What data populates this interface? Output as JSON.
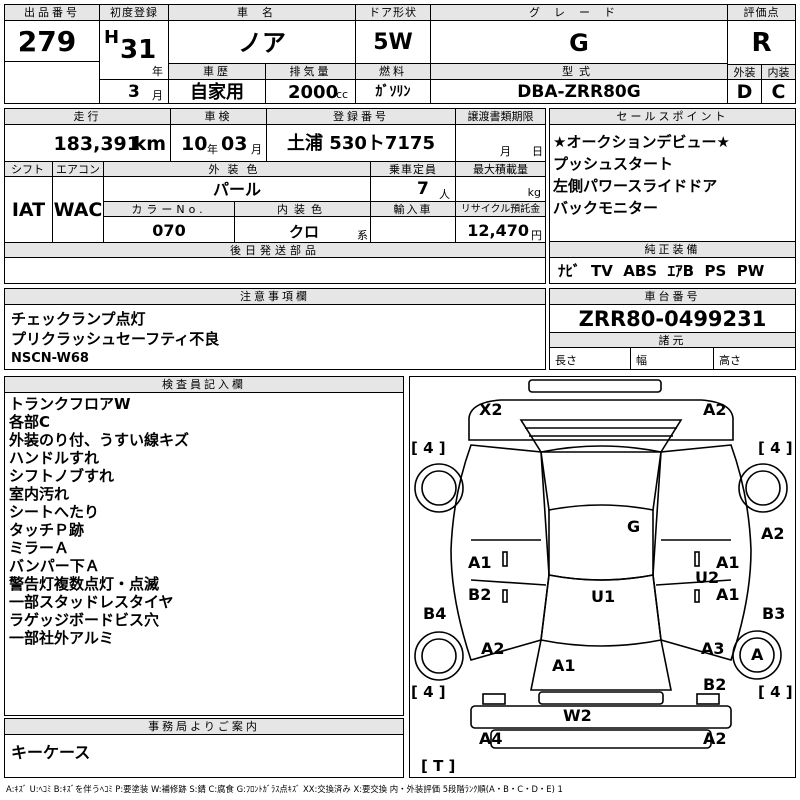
{
  "header": {
    "lot_label": "出品番号",
    "lot": "279",
    "first_reg_label": "初度登録",
    "era": "H",
    "year": "31",
    "year_unit": "年",
    "month": "3",
    "month_unit": "月",
    "car_name_label": "車名",
    "car_name": "ノア",
    "doors_label": "ドア形状",
    "doors": "5W",
    "grade_label": "グレード",
    "grade": "G",
    "score_label": "評価点",
    "score": "R",
    "history_label": "車歴",
    "history": "自家用",
    "displacement_label": "排気量",
    "displacement": "2000",
    "displacement_unit": "cc",
    "fuel_label": "燃料",
    "fuel": "ｶﾞｿﾘﾝ",
    "model_label": "型式",
    "model": "DBA-ZRR80G",
    "exterior_label": "外装",
    "exterior": "D",
    "interior_label": "内装",
    "interior": "C"
  },
  "row2": {
    "mileage_label": "走行",
    "mileage": "183,391",
    "mileage_unit": "km",
    "inspection_label": "車検",
    "insp_year": "10",
    "insp_year_unit": "年",
    "insp_month": "03",
    "insp_month_unit": "月",
    "plate_label": "登録番号",
    "plate": "土浦 530ト7175",
    "transfer_label": "譲渡書類期限",
    "transfer_month_unit": "月",
    "transfer_day_unit": "日",
    "shift_label": "シフト",
    "shift": "IAT",
    "ac_label": "エアコン",
    "ac": "WAC",
    "color_label": "外装色",
    "color": "パール",
    "capacity_label": "乗車定員",
    "capacity": "7",
    "capacity_unit": "人",
    "load_label": "最大積載量",
    "load_unit": "kg",
    "color_no_label": "カラーNo.",
    "color_no": "070",
    "interior_color_label": "内装色",
    "interior_color": "クロ",
    "interior_color_unit": "系",
    "import_label": "輸入車",
    "recycle_label": "リサイクル預託金",
    "recycle": "12,470",
    "recycle_unit": "円",
    "later_parts_label": "後日発送部品"
  },
  "sales_points": {
    "label": "セールスポイント",
    "items": [
      "★オークションデビュー★",
      "プッシュスタート",
      "左側パワースライドドア",
      "バックモニター"
    ]
  },
  "equipment": {
    "label": "純正装備",
    "items": [
      "ﾅﾋﾞ",
      "TV",
      "ABS",
      "ｴｱB",
      "PS",
      "PW"
    ]
  },
  "notes": {
    "label": "注意事項欄",
    "lines": [
      "チェックランプ点灯",
      "プリクラッシュセーフティ不良",
      "NSCN-W68"
    ]
  },
  "chassis": {
    "label": "車台番号",
    "value": "ZRR80-0499231",
    "specs_label": "諸元",
    "length_label": "長さ",
    "width_label": "幅",
    "height_label": "高さ"
  },
  "inspector": {
    "label": "検査員記入欄",
    "lines": [
      "トランクフロアW",
      "各部C",
      "外装のり付、うすい線キズ",
      "ハンドルすれ",
      "シフトノブすれ",
      "室内汚れ",
      "シートへたり",
      "タッチＰ跡",
      "ミラーＡ",
      "バンパー下Ａ",
      "警告灯複数点灯・点滅",
      "一部スタッドレスタイヤ",
      "ラゲッジボードビス穴",
      "一部社外アルミ"
    ]
  },
  "office": {
    "label": "事務局よりご案内",
    "text": "キーケース"
  },
  "diagram": {
    "marks": [
      "X2",
      "A2",
      "G",
      "A1",
      "A1",
      "U2",
      "A2",
      "B2",
      "U1",
      "A1",
      "B4",
      "B3",
      "A2",
      "A3",
      "A",
      "A1",
      "B2",
      "W2",
      "A4",
      "A2"
    ],
    "tires": [
      "[ 4 ]",
      "[ 4 ]",
      "[ 4 ]",
      "[ 4 ]",
      "[ T ]"
    ]
  },
  "legend": "A:ｷｽﾞ U:ﾍｺﾐ B:ｷｽﾞを伴うﾍｺﾐ P:要塗装 W:補修跡 S:錆 C:腐食 G:ﾌﾛﾝﾄｶﾞﾗｽ点ｷｽﾞ XX:交換済み X:要交換 内・外装評価 5段階ﾗﾝｸ順(A・B・C・D・E) 1"
}
